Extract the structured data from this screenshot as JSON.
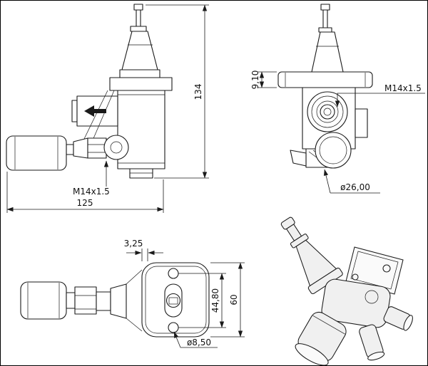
{
  "dimensions": {
    "total_height": "134",
    "overall_length": "125",
    "side_thread": "M14x1.5",
    "flange_thickness": "9,10",
    "front_thread": "M14x1.5",
    "body_diameter": "ø26,00",
    "plate_offset": "3,25",
    "hole_pitch": "44,80",
    "plate_height": "60",
    "hole_diameter": "ø8,50"
  }
}
